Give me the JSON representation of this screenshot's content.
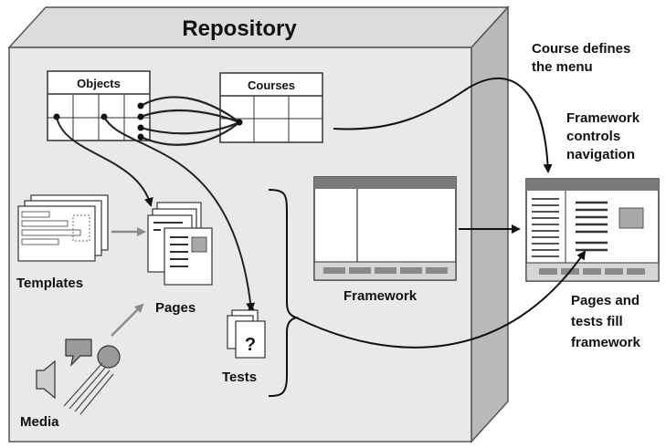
{
  "repository": {
    "title": "Repository"
  },
  "tables": {
    "objects": "Objects",
    "courses": "Courses"
  },
  "labels": {
    "templates": "Templates",
    "pages": "Pages",
    "media": "Media",
    "tests": "Tests",
    "test_mark": "?",
    "framework": "Framework"
  },
  "annotations": {
    "course_defines": [
      "Course defines",
      "the menu"
    ],
    "framework_controls": [
      "Framework",
      "controls",
      "navigation"
    ],
    "pages_tests_fill": [
      "Pages and",
      "tests fill",
      "framework"
    ]
  },
  "colors": {
    "box_front": "#e9e9e9",
    "box_top": "#dcdcdc",
    "box_side": "#b9b9b9",
    "arrow_gray": "#8a8a8a",
    "accent": "#999999"
  }
}
